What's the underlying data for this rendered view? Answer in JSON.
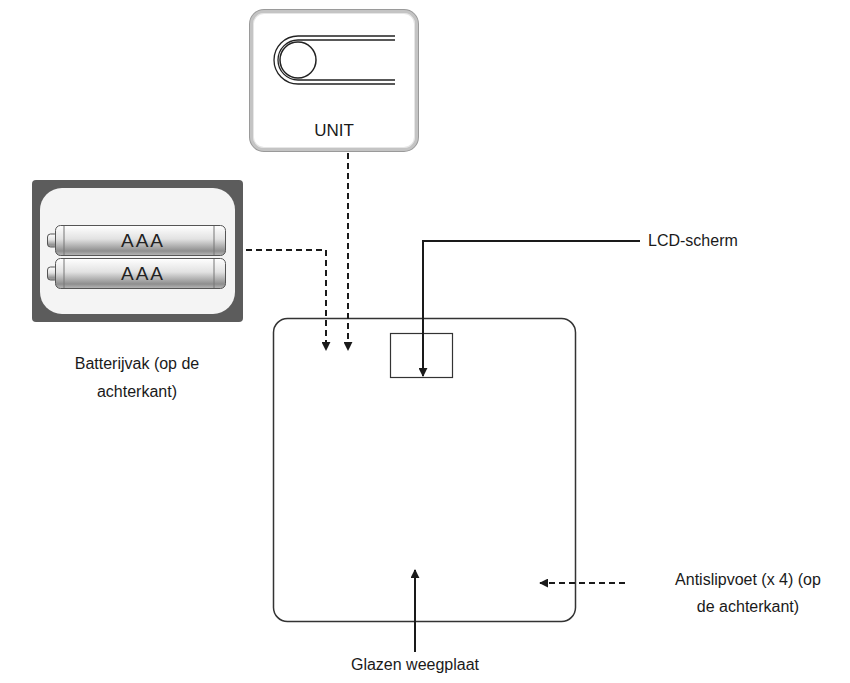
{
  "diagram": {
    "nodes": [
      {
        "text": [
          "UNIT"
        ]
      },
      {
        "text": [
          "Batterijvak (op de achterkant)"
        ]
      },
      {
        "text": [
          "AAA"
        ],
        "in": 1
      },
      {
        "text": [
          "AAA"
        ],
        "in": 1
      }
    ],
    "labels": [
      "LCD-scherm",
      "Antislipvoet (x 4) (op de achterkant)",
      "Glazen weegplaat"
    ]
  }
}
